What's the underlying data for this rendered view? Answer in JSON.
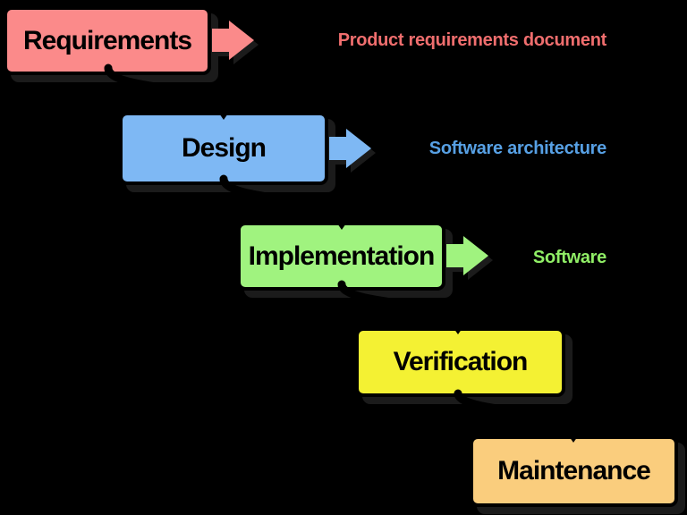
{
  "diagram": {
    "background": "#000000",
    "connector_color": "#000000",
    "phases": [
      {
        "label": "Requirements",
        "color": "#fb8a8a",
        "has_output_arrow": true,
        "deliverable": "Product requirements document",
        "deliverable_color": "#f06e6e"
      },
      {
        "label": "Design",
        "color": "#7eb8f4",
        "has_output_arrow": true,
        "deliverable": "Software architecture",
        "deliverable_color": "#57a0e4"
      },
      {
        "label": "Implementation",
        "color": "#a0f37f",
        "has_output_arrow": true,
        "deliverable": "Software",
        "deliverable_color": "#90ee66"
      },
      {
        "label": "Verification",
        "color": "#f4f133",
        "has_output_arrow": false
      },
      {
        "label": "Maintenance",
        "color": "#facd7d",
        "has_output_arrow": false
      }
    ]
  }
}
